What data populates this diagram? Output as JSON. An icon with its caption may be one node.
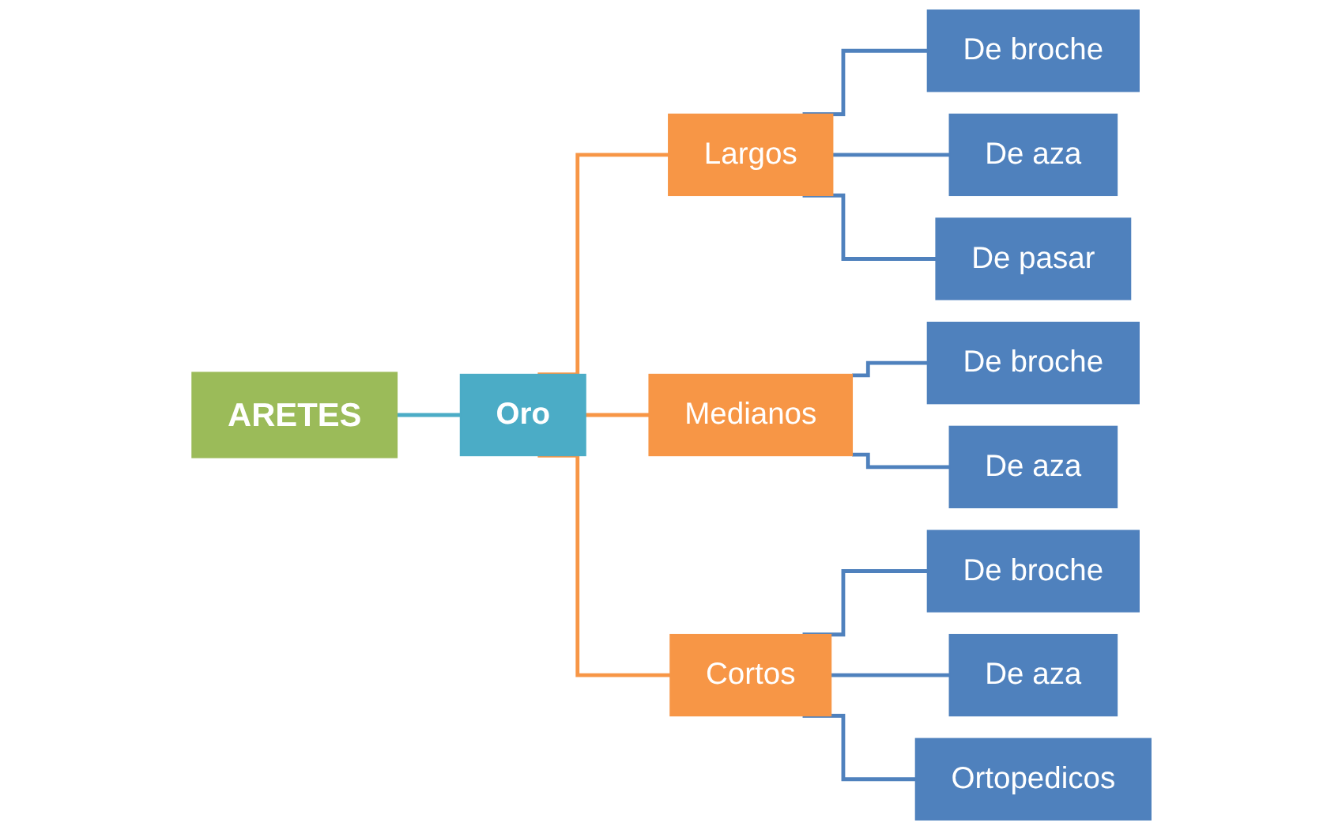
{
  "diagram": {
    "nodes": [
      {
        "text": [
          "ARETES"
        ]
      },
      {
        "text": [
          "Oro"
        ]
      },
      {
        "text": [
          "Largos"
        ]
      },
      {
        "text": [
          "Medianos"
        ]
      },
      {
        "text": [
          "Cortos"
        ]
      },
      {
        "text": [
          "De broche"
        ]
      },
      {
        "text": [
          "De aza"
        ]
      },
      {
        "text": [
          "De pasar"
        ]
      },
      {
        "text": [
          "De broche"
        ]
      },
      {
        "text": [
          "De aza"
        ]
      },
      {
        "text": [
          "De broche"
        ]
      },
      {
        "text": [
          "De aza"
        ]
      },
      {
        "text": [
          "Ortopedicos"
        ]
      }
    ],
    "edges": [
      {
        "from": 0,
        "to": 1,
        "arrow": "none",
        "color": "#4bacc6"
      },
      {
        "from": 1,
        "to": 2,
        "arrow": "none",
        "color": "#f79646"
      },
      {
        "from": 1,
        "to": 3,
        "arrow": "none",
        "color": "#f79646"
      },
      {
        "from": 1,
        "to": 4,
        "arrow": "none",
        "color": "#f79646"
      },
      {
        "from": 2,
        "to": 5,
        "arrow": "none"
      },
      {
        "from": 2,
        "to": 6,
        "arrow": "none"
      },
      {
        "from": 2,
        "to": 7,
        "arrow": "none"
      },
      {
        "from": 3,
        "to": 8,
        "arrow": "none"
      },
      {
        "from": 3,
        "to": 9,
        "arrow": "none"
      },
      {
        "from": 4,
        "to": 10,
        "arrow": "none"
      },
      {
        "from": 4,
        "to": 11,
        "arrow": "none"
      },
      {
        "from": 4,
        "to": 12,
        "arrow": "none"
      }
    ]
  }
}
